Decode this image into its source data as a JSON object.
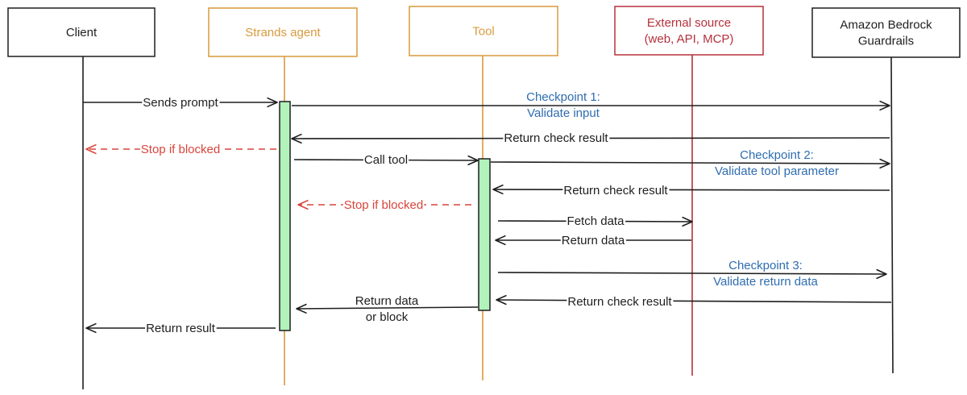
{
  "colors": {
    "ink": "#1e1e1e",
    "agent": "#d99a3c",
    "external": "#b5303c",
    "checkpoint": "#2f6db0",
    "stop": "#d9443b",
    "activation_fill": "#b2f2bb"
  },
  "participants": [
    {
      "id": "client",
      "lines": [
        "Client"
      ]
    },
    {
      "id": "agent",
      "lines": [
        "Strands agent"
      ]
    },
    {
      "id": "tool",
      "lines": [
        "Tool"
      ]
    },
    {
      "id": "external",
      "lines": [
        "External source",
        "(web, API, MCP)"
      ]
    },
    {
      "id": "guardrails",
      "lines": [
        "Amazon Bedrock",
        "Guardrails"
      ]
    }
  ],
  "messages": [
    {
      "id": "sends-prompt",
      "lines": [
        "Sends prompt"
      ]
    },
    {
      "id": "checkpoint-1",
      "lines": [
        "Checkpoint 1:",
        "Validate input"
      ]
    },
    {
      "id": "return-check-result-1",
      "lines": [
        "Return check result"
      ]
    },
    {
      "id": "stop-if-blocked-1",
      "lines": [
        "Stop if blocked"
      ]
    },
    {
      "id": "call-tool",
      "lines": [
        "Call tool"
      ]
    },
    {
      "id": "checkpoint-2",
      "lines": [
        "Checkpoint 2:",
        "Validate tool parameter"
      ]
    },
    {
      "id": "return-check-result-2",
      "lines": [
        "Return check result"
      ]
    },
    {
      "id": "stop-if-blocked-2",
      "lines": [
        "Stop if blocked"
      ]
    },
    {
      "id": "fetch-data",
      "lines": [
        "Fetch data"
      ]
    },
    {
      "id": "return-data",
      "lines": [
        "Return data"
      ]
    },
    {
      "id": "checkpoint-3",
      "lines": [
        "Checkpoint 3:",
        "Validate return data"
      ]
    },
    {
      "id": "return-check-result-3",
      "lines": [
        "Return check result"
      ]
    },
    {
      "id": "return-data-or-block",
      "lines": [
        "Return data",
        "or block"
      ]
    },
    {
      "id": "return-result",
      "lines": [
        "Return result"
      ]
    }
  ]
}
